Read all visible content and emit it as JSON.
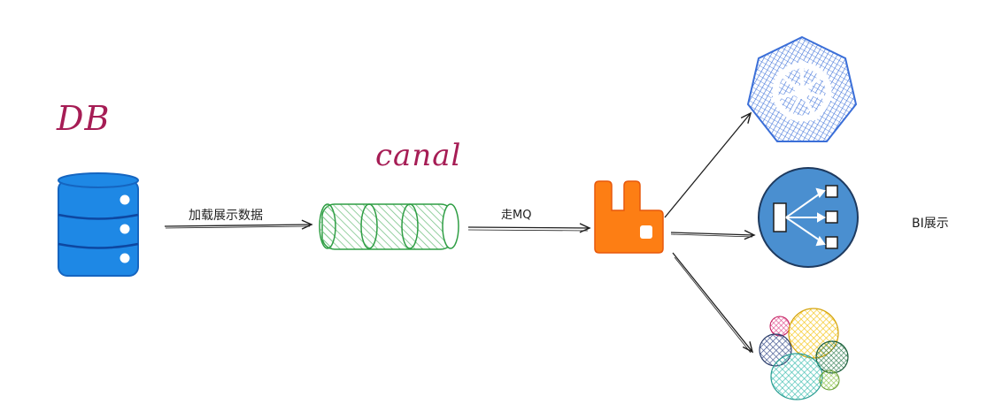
{
  "labels": {
    "db_title": "DB",
    "canal_title": "canal",
    "edge_load": "加载展示数据",
    "edge_mq": "走MQ",
    "bi_label": "BI展示"
  },
  "colors": {
    "title": "#a61d55",
    "db_fill": "#1e88e5",
    "db_stroke": "#1565c0",
    "canal_fill": "#2f9e44",
    "rabbitmq": "#fd7e14",
    "kubernetes": "#3b6fd8",
    "bi_circle": "#4a8fd0",
    "elastic_yellow": "#f5c518",
    "elastic_teal": "#3ebeb0",
    "elastic_navy": "#3a4f8c",
    "elastic_pink": "#e0468a",
    "elastic_green": "#4caf50"
  },
  "icons": {
    "db": "database-icon",
    "canal": "canal-pipe-icon",
    "mq": "rabbitmq-icon",
    "k8s": "kubernetes-icon",
    "bi": "bi-flow-icon",
    "es": "elastic-icon"
  }
}
